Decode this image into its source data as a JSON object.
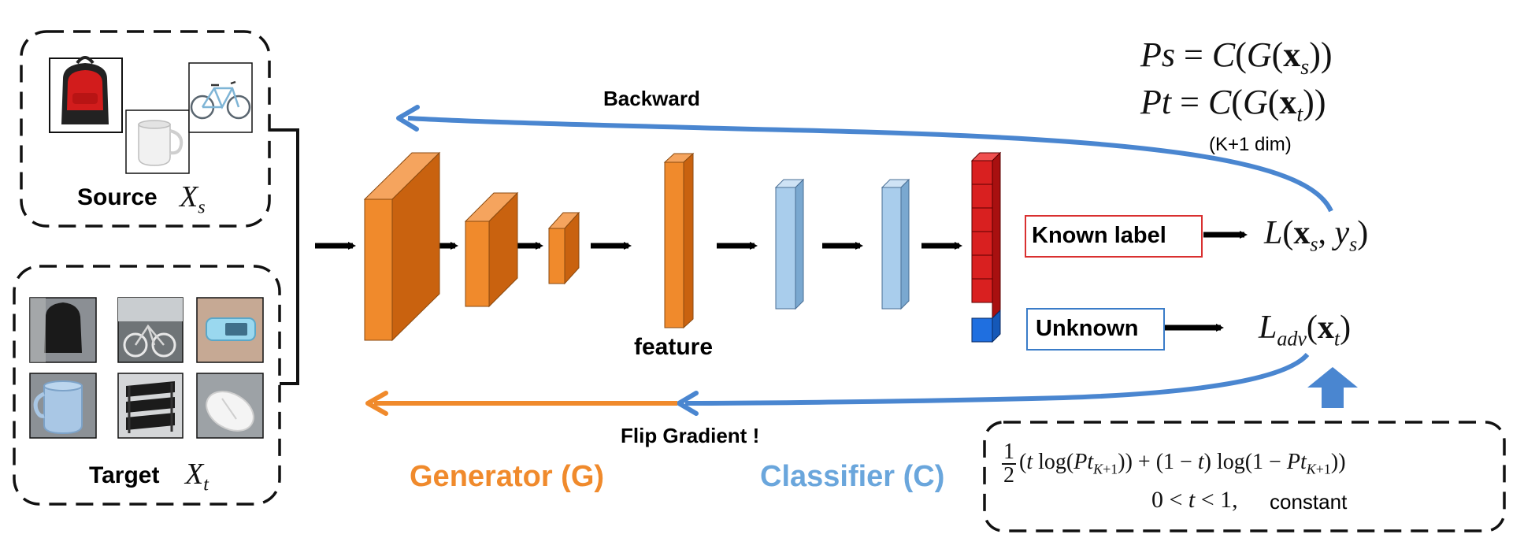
{
  "source_group": {
    "label": "Source",
    "symbol": "X",
    "subscript": "s"
  },
  "target_group": {
    "label": "Target",
    "symbol": "X",
    "subscript": "t"
  },
  "labels": {
    "feature": "feature",
    "backward": "Backward",
    "flip_gradient": "Flip Gradient !",
    "generator": "Generator (G)",
    "classifier": "Classifier (C)",
    "known_label": "Known label",
    "unknown": "Unknown",
    "dim_note": "(K+1 dim)"
  },
  "equations": {
    "ps": "Ps = C(G(x_s))",
    "pt": "Pt = C(G(x_t))",
    "loss_known": "L(x_s, y_s)",
    "loss_adv": "L_adv(x_t)",
    "formula_line1": "1/2 (t log(Pt_{K+1})) + (1 − t) log(1 − Pt_{K+1}))",
    "formula_line2": "0 < t < 1,",
    "formula_constant": "constant"
  },
  "colors": {
    "generator": "#f08a2c",
    "generator_dark": "#c9620f",
    "classifier": "#a9cdec",
    "classifier_dark": "#7aa8d0",
    "backward_arrow": "#4a86d0",
    "flip_arrow": "#f08a2c",
    "known_box_border": "#d93030",
    "unknown_box_border": "#3a7cc8",
    "output_known": "#d92020",
    "output_unknown": "#1f6fe0"
  },
  "icons": {
    "source_images": [
      "backpack-icon",
      "mug-icon",
      "bicycle-icon"
    ],
    "target_images": [
      "backpack-photo-icon",
      "bike-photo-icon",
      "phone-photo-icon",
      "mug-photo-icon",
      "tray-photo-icon",
      "mouse-photo-icon"
    ]
  }
}
